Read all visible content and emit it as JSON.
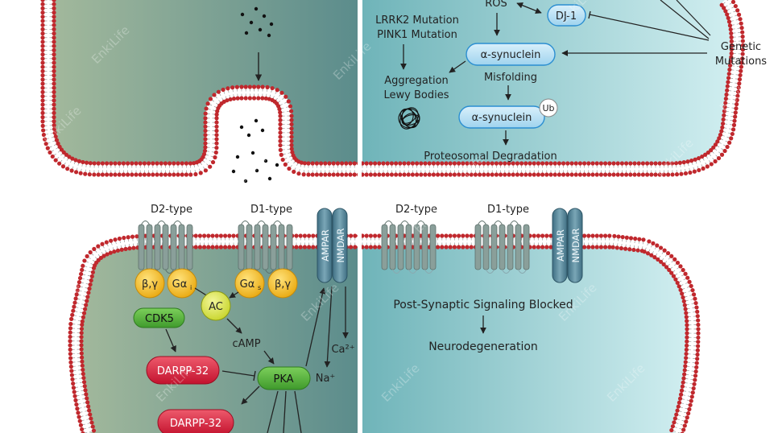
{
  "left_presynaptic": {
    "dots_label": ""
  },
  "right_presynaptic": {
    "ros": "ROS",
    "dj1": "DJ-1",
    "lrrk2": "LRRK2 Mutation",
    "pink1": "PINK1 Mutation",
    "alpha_syn_top": "α-synuclein",
    "misfolding": "Misfolding",
    "aggregation": "Aggregation",
    "lewy": "Lewy Bodies",
    "alpha_syn_bottom": "α-synuclein",
    "ub": "Ub",
    "proteosomal": "Proteosomal Degradation",
    "genetic": "Genetic",
    "mutations": "Mutations"
  },
  "left_postsynaptic": {
    "d2_type": "D2-type",
    "d1_type": "D1-type",
    "ampar": "AMPAR",
    "nmdar": "NMDAR",
    "beta_gamma_1": "β,γ",
    "ga_i": "Gα",
    "ga_i_sub": "i",
    "ga_s": "Gα",
    "ga_s_sub": "s",
    "beta_gamma_2": "β,γ",
    "ac": "AC",
    "cdk5": "CDK5",
    "camp": "cAMP",
    "darpp1": "DARPP-32",
    "pka": "PKA",
    "darpp2": "DARPP-32",
    "ca": "Ca²⁺",
    "na": "Na⁺"
  },
  "right_postsynaptic": {
    "d2_type": "D2-type",
    "d1_type": "D1-type",
    "ampar": "AMPAR",
    "nmdar": "NMDAR",
    "blocked": "Post-Synaptic Signaling Blocked",
    "neurodegeneration": "Neurodegeneration"
  },
  "watermark": "EnkiLife",
  "colors": {
    "left_bg_start": "#9bb59a",
    "left_bg_end": "#5e8e8e",
    "right_bg_start": "#7bbcc0",
    "right_bg_end": "#cfeef0",
    "membrane_red": "#c0282d",
    "protein_blue": "#bfe3f4",
    "gprotein_yellow": "#f2b51a",
    "kinase_green": "#5cb543",
    "darpp_red": "#d81e3a",
    "receptor_gray": "#8a9f9a",
    "channel_blue": "#4d7f93"
  }
}
